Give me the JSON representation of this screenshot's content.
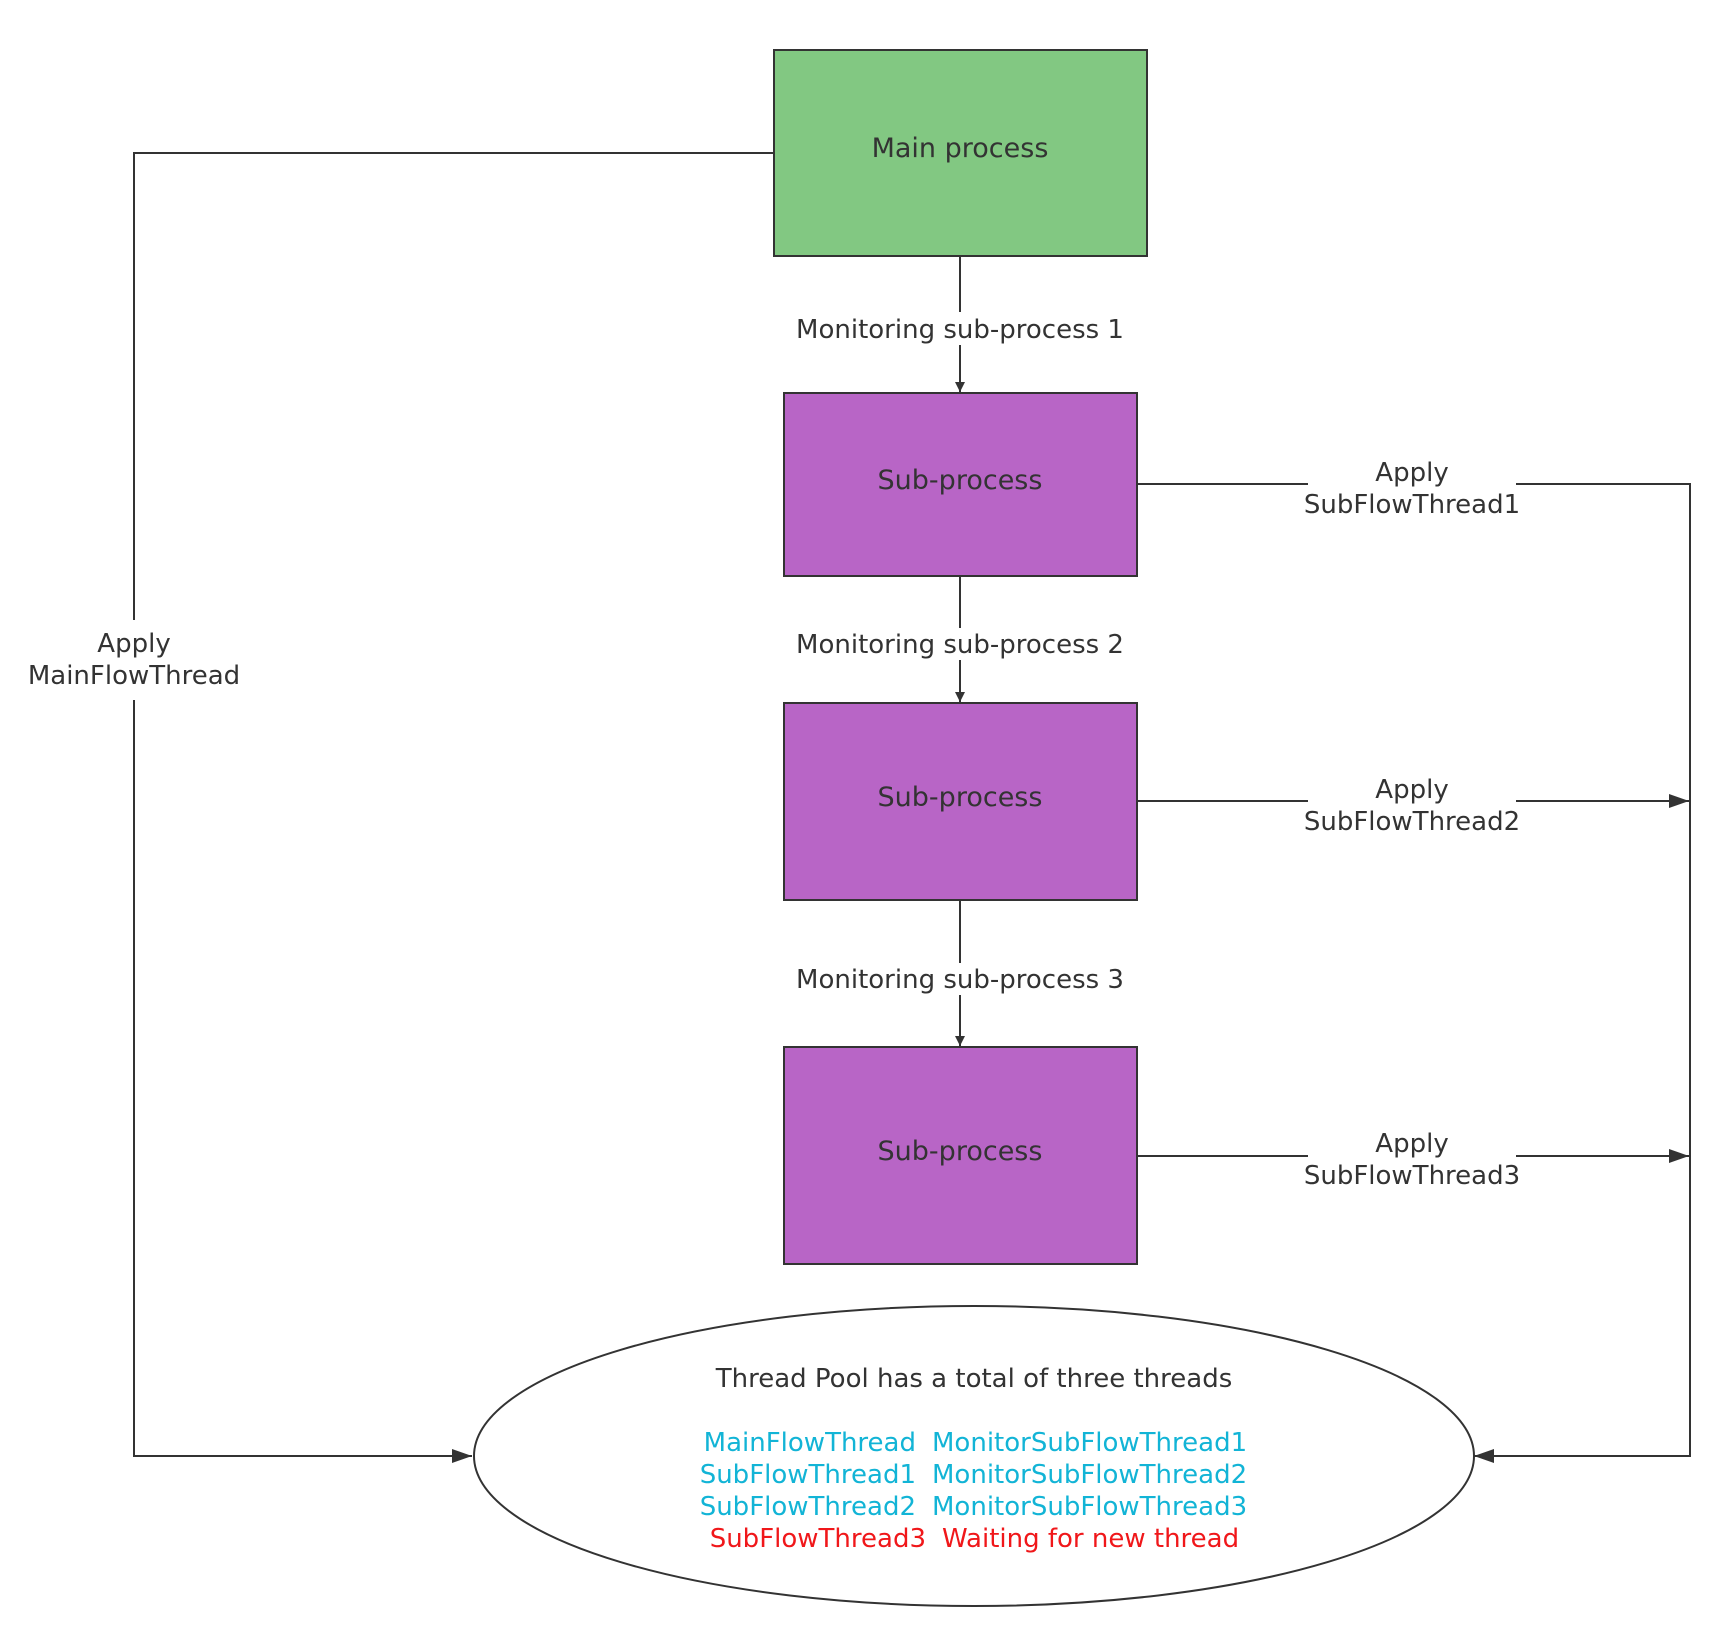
{
  "colors": {
    "main_fill": "#82c882",
    "sub_fill": "#b865c6",
    "stroke": "#333333",
    "cyan": "#12b4d6",
    "red": "#f0171a",
    "text": "#333333"
  },
  "nodes": {
    "main_process": "Main process",
    "sub_process_1": "Sub-process",
    "sub_process_2": "Sub-process",
    "sub_process_3": "Sub-process"
  },
  "edges": {
    "monitor_1": "Monitoring sub-process 1",
    "monitor_2": "Monitoring sub-process 2",
    "monitor_3": "Monitoring sub-process 3",
    "apply_main": {
      "line1": "Apply",
      "line2": "MainFlowThread"
    },
    "apply_sub_1": {
      "line1": "Apply",
      "line2": "SubFlowThread1"
    },
    "apply_sub_2": {
      "line1": "Apply",
      "line2": "SubFlowThread2"
    },
    "apply_sub_3": {
      "line1": "Apply",
      "line2": "SubFlowThread3"
    }
  },
  "thread_pool": {
    "title": "Thread Pool has a total of three threads",
    "rows": [
      {
        "left": "MainFlowThread",
        "right": "MonitorSubFlowThread1",
        "status": "active"
      },
      {
        "left": "SubFlowThread1",
        "right": "MonitorSubFlowThread2",
        "status": "active"
      },
      {
        "left": "SubFlowThread2",
        "right": "MonitorSubFlowThread3",
        "status": "active"
      },
      {
        "left": "SubFlowThread3",
        "right": "Waiting for new thread",
        "status": "waiting"
      }
    ]
  }
}
